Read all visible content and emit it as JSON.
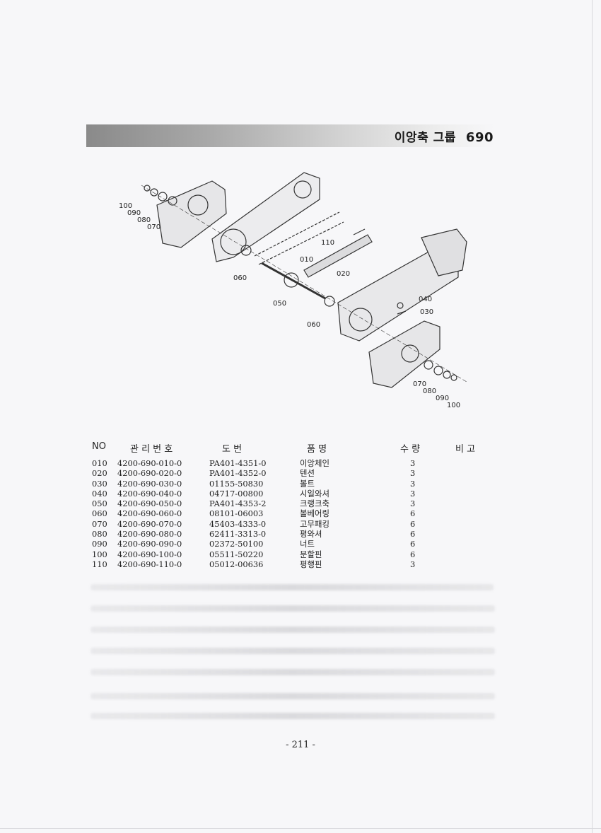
{
  "header": {
    "title": "이앙축 그룹",
    "group_no": "690"
  },
  "diagram": {
    "callouts": [
      "100",
      "090",
      "080",
      "070",
      "060",
      "010",
      "110",
      "020",
      "050",
      "060",
      "040",
      "030",
      "070",
      "080",
      "090",
      "100"
    ]
  },
  "table": {
    "headers": {
      "no": "NO",
      "mgmt": "관 리 번 호",
      "drawing": "도    번",
      "name": "품    명",
      "qty": "수 량",
      "remark": "비 고"
    },
    "rows": [
      {
        "no": "010",
        "mgmt": "4200-690-010-0",
        "drawing": "PA401-4351-0",
        "name": "이앙체인",
        "qty": "3"
      },
      {
        "no": "020",
        "mgmt": "4200-690-020-0",
        "drawing": "PA401-4352-0",
        "name": "텐션",
        "qty": "3"
      },
      {
        "no": "030",
        "mgmt": "4200-690-030-0",
        "drawing": "01155-50830",
        "name": "볼트",
        "qty": "3"
      },
      {
        "no": "040",
        "mgmt": "4200-690-040-0",
        "drawing": "04717-00800",
        "name": "시일와셔",
        "qty": "3"
      },
      {
        "no": "050",
        "mgmt": "4200-690-050-0",
        "drawing": "PA401-4353-2",
        "name": "크랭크축",
        "qty": "3"
      },
      {
        "no": "060",
        "mgmt": "4200-690-060-0",
        "drawing": "08101-06003",
        "name": "볼베어링",
        "qty": "6"
      },
      {
        "no": "070",
        "mgmt": "4200-690-070-0",
        "drawing": "45403-4333-0",
        "name": "고무패킹",
        "qty": "6"
      },
      {
        "no": "080",
        "mgmt": "4200-690-080-0",
        "drawing": "62411-3313-0",
        "name": "평와셔",
        "qty": "6"
      },
      {
        "no": "090",
        "mgmt": "4200-690-090-0",
        "drawing": "02372-50100",
        "name": "너트",
        "qty": "6"
      },
      {
        "no": "100",
        "mgmt": "4200-690-100-0",
        "drawing": "05511-50220",
        "name": "분할핀",
        "qty": "6"
      },
      {
        "no": "110",
        "mgmt": "4200-690-110-0",
        "drawing": "05012-00636",
        "name": "평행핀",
        "qty": "3"
      }
    ]
  },
  "footer": {
    "page": "- 211 -"
  }
}
